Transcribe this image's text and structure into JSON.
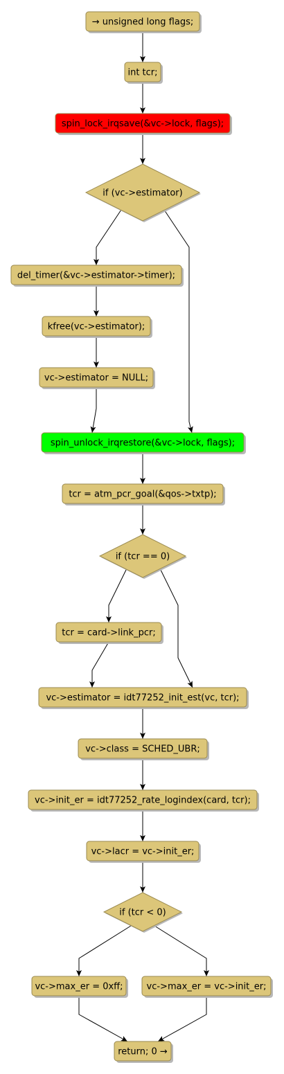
{
  "colors": {
    "box_fill": "#dcc679",
    "box_stroke": "#9a8a50",
    "shadow": "#b8b8b8",
    "highlight_red": "#ff0000",
    "highlight_green": "#00ff00",
    "edge": "#000000"
  },
  "nodes": [
    {
      "id": "n1",
      "kind": "box",
      "color": "default",
      "label": "→ unsigned long flags;"
    },
    {
      "id": "n2",
      "kind": "box",
      "color": "default",
      "label": "int tcr;"
    },
    {
      "id": "n3",
      "kind": "box",
      "color": "red",
      "label": "spin_lock_irqsave(&vc->lock, flags);"
    },
    {
      "id": "n4",
      "kind": "diamond",
      "color": "default",
      "label": "if (vc->estimator)"
    },
    {
      "id": "n5",
      "kind": "box",
      "color": "default",
      "label": "del_timer(&vc->estimator->timer);"
    },
    {
      "id": "n6",
      "kind": "box",
      "color": "default",
      "label": "kfree(vc->estimator);"
    },
    {
      "id": "n7",
      "kind": "box",
      "color": "default",
      "label": "vc->estimator = NULL;"
    },
    {
      "id": "n8",
      "kind": "box",
      "color": "green",
      "label": "spin_unlock_irqrestore(&vc->lock, flags);"
    },
    {
      "id": "n9",
      "kind": "box",
      "color": "default",
      "label": "tcr = atm_pcr_goal(&qos->txtp);"
    },
    {
      "id": "n10",
      "kind": "diamond",
      "color": "default",
      "label": "if (tcr == 0)"
    },
    {
      "id": "n11",
      "kind": "box",
      "color": "default",
      "label": "tcr = card->link_pcr;"
    },
    {
      "id": "n12",
      "kind": "box",
      "color": "default",
      "label": "vc->estimator = idt77252_init_est(vc, tcr);"
    },
    {
      "id": "n13",
      "kind": "box",
      "color": "default",
      "label": "vc->class = SCHED_UBR;"
    },
    {
      "id": "n14",
      "kind": "box",
      "color": "default",
      "label": "vc->init_er = idt77252_rate_logindex(card, tcr);"
    },
    {
      "id": "n15",
      "kind": "box",
      "color": "default",
      "label": "vc->lacr = vc->init_er;"
    },
    {
      "id": "n16",
      "kind": "diamond",
      "color": "default",
      "label": "if (tcr < 0)"
    },
    {
      "id": "n17",
      "kind": "box",
      "color": "default",
      "label": "vc->max_er = 0xff;"
    },
    {
      "id": "n18",
      "kind": "box",
      "color": "default",
      "label": "vc->max_er = vc->init_er;"
    },
    {
      "id": "n19",
      "kind": "box",
      "color": "default",
      "label": "return; 0 →"
    }
  ],
  "edges": [
    {
      "from": "n1",
      "to": "n2"
    },
    {
      "from": "n2",
      "to": "n3"
    },
    {
      "from": "n3",
      "to": "n4"
    },
    {
      "from": "n4",
      "to": "n5"
    },
    {
      "from": "n4",
      "to": "n8"
    },
    {
      "from": "n5",
      "to": "n6"
    },
    {
      "from": "n6",
      "to": "n7"
    },
    {
      "from": "n7",
      "to": "n8"
    },
    {
      "from": "n8",
      "to": "n9"
    },
    {
      "from": "n9",
      "to": "n10"
    },
    {
      "from": "n10",
      "to": "n11"
    },
    {
      "from": "n10",
      "to": "n12"
    },
    {
      "from": "n11",
      "to": "n12"
    },
    {
      "from": "n12",
      "to": "n13"
    },
    {
      "from": "n13",
      "to": "n14"
    },
    {
      "from": "n14",
      "to": "n15"
    },
    {
      "from": "n15",
      "to": "n16"
    },
    {
      "from": "n16",
      "to": "n17"
    },
    {
      "from": "n16",
      "to": "n18"
    },
    {
      "from": "n17",
      "to": "n19"
    },
    {
      "from": "n18",
      "to": "n19"
    }
  ]
}
